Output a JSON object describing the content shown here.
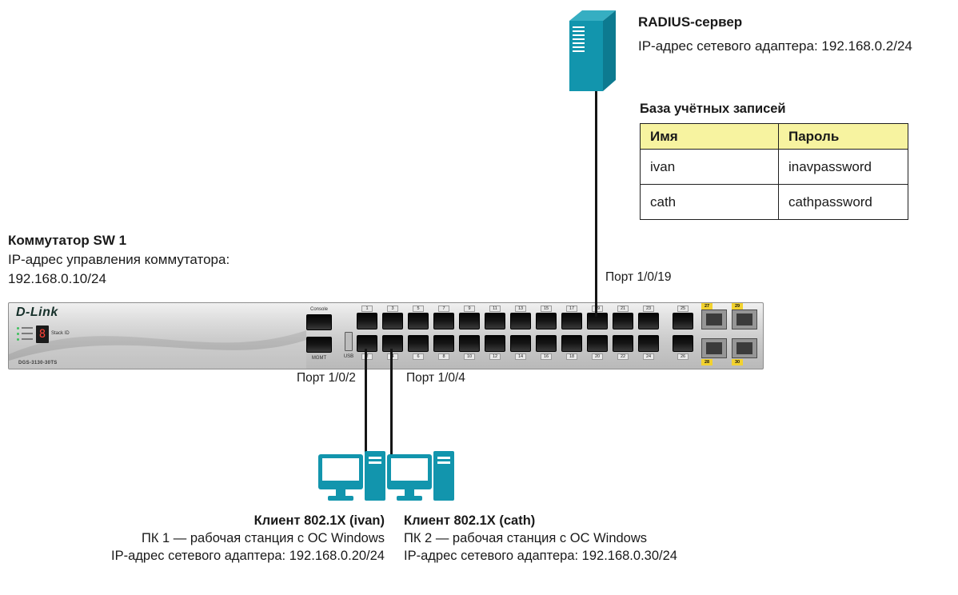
{
  "diagram": {
    "radius_server": {
      "title": "RADIUS-сервер",
      "ip_line": "IP-адрес сетевого адаптера: 192.168.0.2/24"
    },
    "accounts_table": {
      "title": "База учётных записей",
      "headers": [
        "Имя",
        "Пароль"
      ],
      "rows": [
        [
          "ivan",
          "inavpassword"
        ],
        [
          "cath",
          "cathpassword"
        ]
      ]
    },
    "switch": {
      "title": "Коммутатор SW 1",
      "ip_caption": "IP-адрес управления коммутатора:",
      "ip_value": "192.168.0.10/24"
    },
    "switch_graphic": {
      "brand": "D-Link",
      "model": "DGS-3130-30TS",
      "console_label": "Console",
      "mgmt_label": "MGMT",
      "usb_label": "USB",
      "stack_label": "Stack ID",
      "stack_value": "8",
      "top_port_numbers": [
        "1",
        "3",
        "5",
        "7",
        "9",
        "11",
        "13",
        "15",
        "17",
        "19",
        "21",
        "23"
      ],
      "bottom_port_numbers": [
        "2",
        "4",
        "6",
        "8",
        "10",
        "12",
        "14",
        "16",
        "18",
        "20",
        "22",
        "24"
      ],
      "teng_port_numbers": [
        "25",
        "26"
      ],
      "sfp_port_numbers": [
        "27",
        "28",
        "29",
        "30"
      ]
    },
    "port_labels": {
      "uplink": "Порт 1/0/19",
      "pc1": "Порт 1/0/2",
      "pc2": "Порт 1/0/4"
    },
    "pc1": {
      "title": "Клиент 802.1X (ivan)",
      "desc": "ПК 1 — рабочая станция с ОС Windows",
      "ip_line": "IP-адрес сетевого адаптера: 192.168.0.20/24"
    },
    "pc2": {
      "title": "Клиент 802.1X (cath)",
      "desc": "ПК 2 — рабочая станция с ОС Windows",
      "ip_line": "IP-адрес сетевого адаптера: 192.168.0.30/24"
    },
    "colors": {
      "icon_teal": "#1295ad",
      "icon_teal_dark": "#0d7a90",
      "icon_teal_light": "#36aec2",
      "table_header_bg": "#f7f3a0",
      "cable": "#151515"
    }
  }
}
